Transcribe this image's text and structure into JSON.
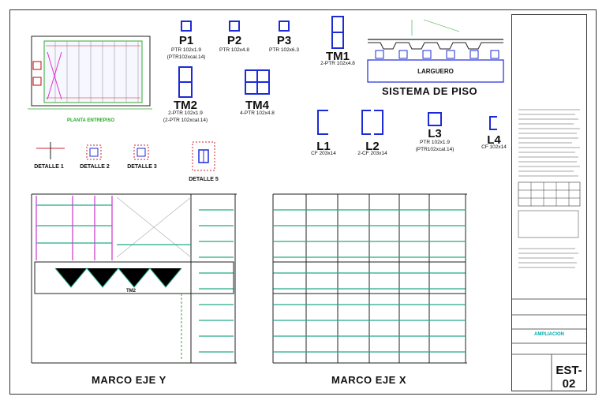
{
  "plan_label": "PLANTA ENTREPISO",
  "sections": [
    {
      "id": "P1",
      "spec": "PTR 102x1.9",
      "spec2": "(PTR102xcal.14)"
    },
    {
      "id": "P2",
      "spec": "PTR 102x4.8",
      "spec2": ""
    },
    {
      "id": "P3",
      "spec": "PTR 102x6.3",
      "spec2": ""
    },
    {
      "id": "TM1",
      "spec": "2-PTR 102x4.8",
      "spec2": ""
    },
    {
      "id": "TM2",
      "spec": "2-PTR 102x1.9",
      "spec2": "(2-PTR 102xcal.14)"
    },
    {
      "id": "TM4",
      "spec": "4-PTR 102x4.8",
      "spec2": ""
    },
    {
      "id": "L1",
      "spec": "CF 203x14",
      "spec2": ""
    },
    {
      "id": "L2",
      "spec": "2-CF 203x14",
      "spec2": ""
    },
    {
      "id": "L3",
      "spec": "PTR 102x1.9",
      "spec2": "(PTR102xcal.14)"
    },
    {
      "id": "L4",
      "spec": "CF 102x14",
      "spec2": ""
    }
  ],
  "floor_system": {
    "title": "SISTEMA DE PISO",
    "beam_label": "LARGUERO"
  },
  "details": [
    "DETALLE 1",
    "DETALLE 2",
    "DETALLE 3",
    "DETALLE 5"
  ],
  "frames": {
    "y_title": "MARCO EJE Y",
    "x_title": "MARCO EJE X",
    "tm_label": "TM2"
  },
  "title_block": {
    "project_label": "AMPLIACION",
    "sheet_code": "EST-02"
  }
}
